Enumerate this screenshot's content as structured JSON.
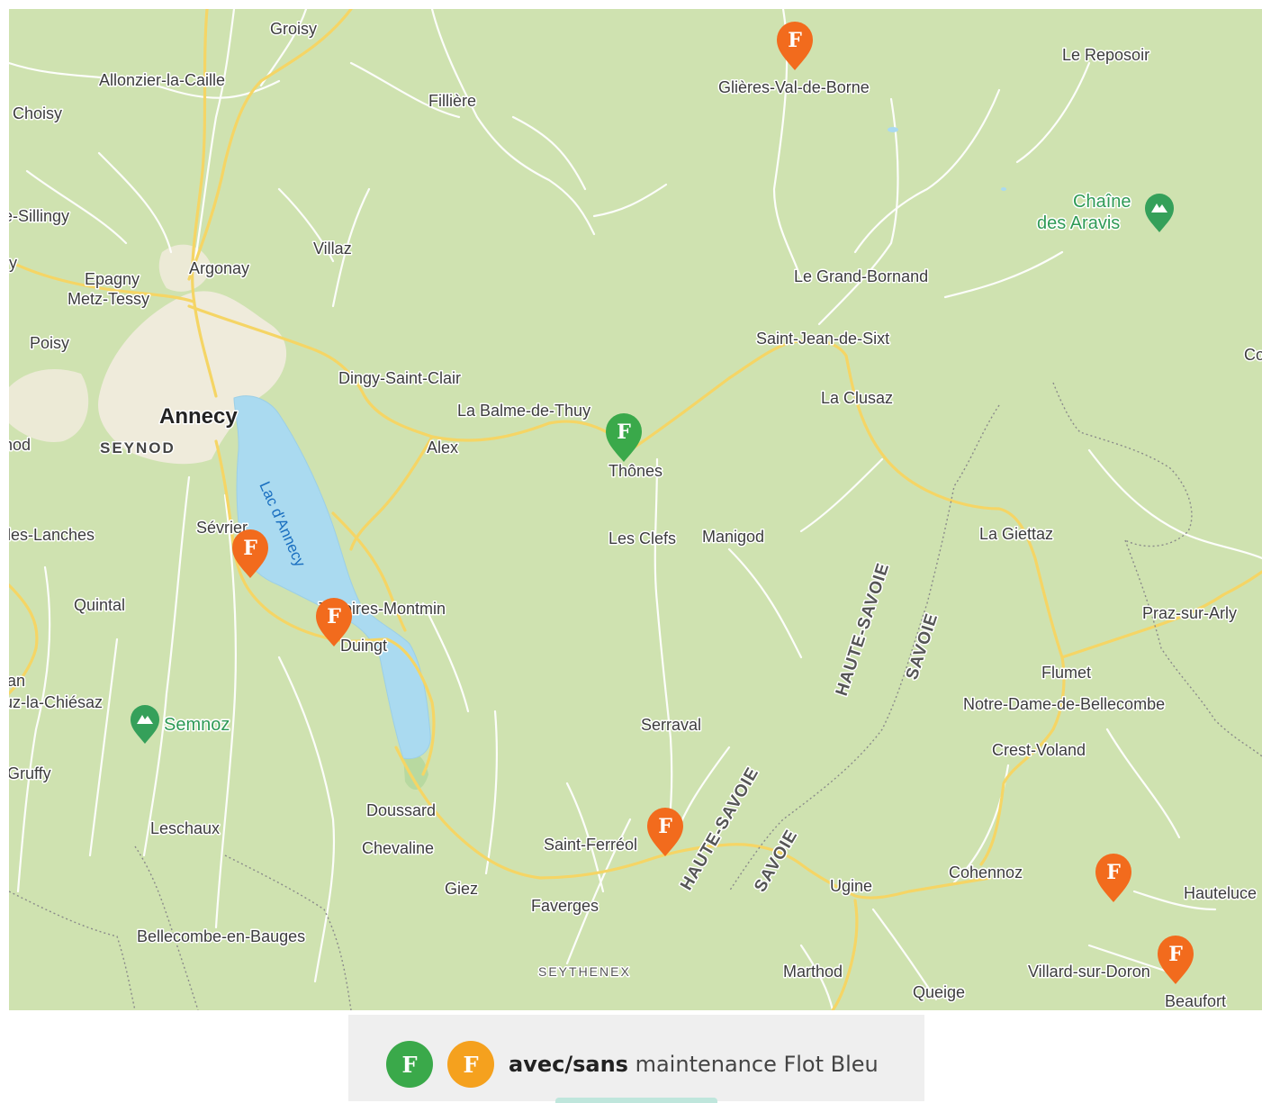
{
  "map": {
    "colors": {
      "land": "#cfe2b0",
      "water": "#aadaf0",
      "urban": "#f2ece0",
      "road_major": "#f5d565",
      "road_minor": "#ffffff",
      "border": "#8a8a8a",
      "marker_with": "#3aa94a",
      "marker_without": "#f26b1d",
      "poi": "#35a05a"
    },
    "labels": {
      "groisy": "Groisy",
      "allonzier": "Allonzier-la-Caille",
      "choisy": "Choisy",
      "fillière": "Fillière",
      "glieres": "Glières-Val-de-Borne",
      "le_reposoir": "Le Reposoir",
      "sillingy": "le-Sillingy",
      "y_partial": "y",
      "villaz": "Villaz",
      "argonay": "Argonay",
      "epagny": "Epagny",
      "metz": "Metz-Tessy",
      "poisy": "Poisy",
      "le_grand_bornand": "Le Grand-Bornand",
      "saint_jean": "Saint-Jean-de-Sixt",
      "co_partial": "Co",
      "dingy": "Dingy-Saint-Clair",
      "la_balme": "La Balme-de-Thuy",
      "la_clusaz": "La Clusaz",
      "annecy": "Annecy",
      "nod_partial": "nod",
      "seynod": "SEYNOD",
      "alex": "Alex",
      "thones": "Thônes",
      "lac": "Lac d'Annecy",
      "sevrier": "Sévrier",
      "lanches": "les-Lanches",
      "les_clefs": "Les Clefs",
      "manigod": "Manigod",
      "la_giettaz": "La Giettaz",
      "quintal": "Quintal",
      "talloires": "Talloires-Montmin",
      "duingt": "Duingt",
      "praz": "Praz-sur-Arly",
      "haute_savoie_1": "HAUTE-SAVOIE",
      "savoie_1": "SAVOIE",
      "an_partial": "an",
      "chiesaz": "uz-la-Chiésaz",
      "flumet": "Flumet",
      "notre_dame": "Notre-Dame-de-Bellecombe",
      "serraval": "Serraval",
      "crest_voland": "Crest-Voland",
      "gruffy": "Gruffy",
      "doussard": "Doussard",
      "leschaux": "Leschaux",
      "chevaline": "Chevaline",
      "saint_ferreol": "Saint-Ferréol",
      "haute_savoie_2": "HAUTE-SAVOIE",
      "savoie_2": "SAVOIE",
      "cohennoz": "Cohennoz",
      "ugine": "Ugine",
      "hauteluce": "Hauteluce",
      "giez": "Giez",
      "faverges": "Faverges",
      "bellecombe": "Bellecombe-en-Bauges",
      "seythenex": "SEYTHENEX",
      "marthod": "Marthod",
      "villard": "Villard-sur-Doron",
      "queige": "Queige",
      "beaufort": "Beaufort"
    },
    "poi": {
      "aravis_line1": "Chaîne",
      "aravis_line2": "des Aravis",
      "semnoz": "Semnoz",
      "icon": "mountain-icon"
    },
    "markers": [
      {
        "place": "Glières-Val-de-Borne",
        "kind": "sans",
        "glyph": "F"
      },
      {
        "place": "Thônes",
        "kind": "avec",
        "glyph": "F"
      },
      {
        "place": "Sévrier",
        "kind": "sans",
        "glyph": "F"
      },
      {
        "place": "Duingt",
        "kind": "sans",
        "glyph": "F"
      },
      {
        "place": "Saint-Ferréol",
        "kind": "sans",
        "glyph": "F"
      },
      {
        "place": "Hauteluce",
        "kind": "sans",
        "glyph": "F"
      },
      {
        "place": "Villard-sur-Doron",
        "kind": "sans",
        "glyph": "F"
      }
    ]
  },
  "legend": {
    "with_glyph": "F",
    "without_glyph": "F",
    "with_color": "#3aa94a",
    "without_color": "#f5a11e",
    "bold_text": "avec/sans",
    "rest_text": " maintenance Flot Bleu"
  }
}
